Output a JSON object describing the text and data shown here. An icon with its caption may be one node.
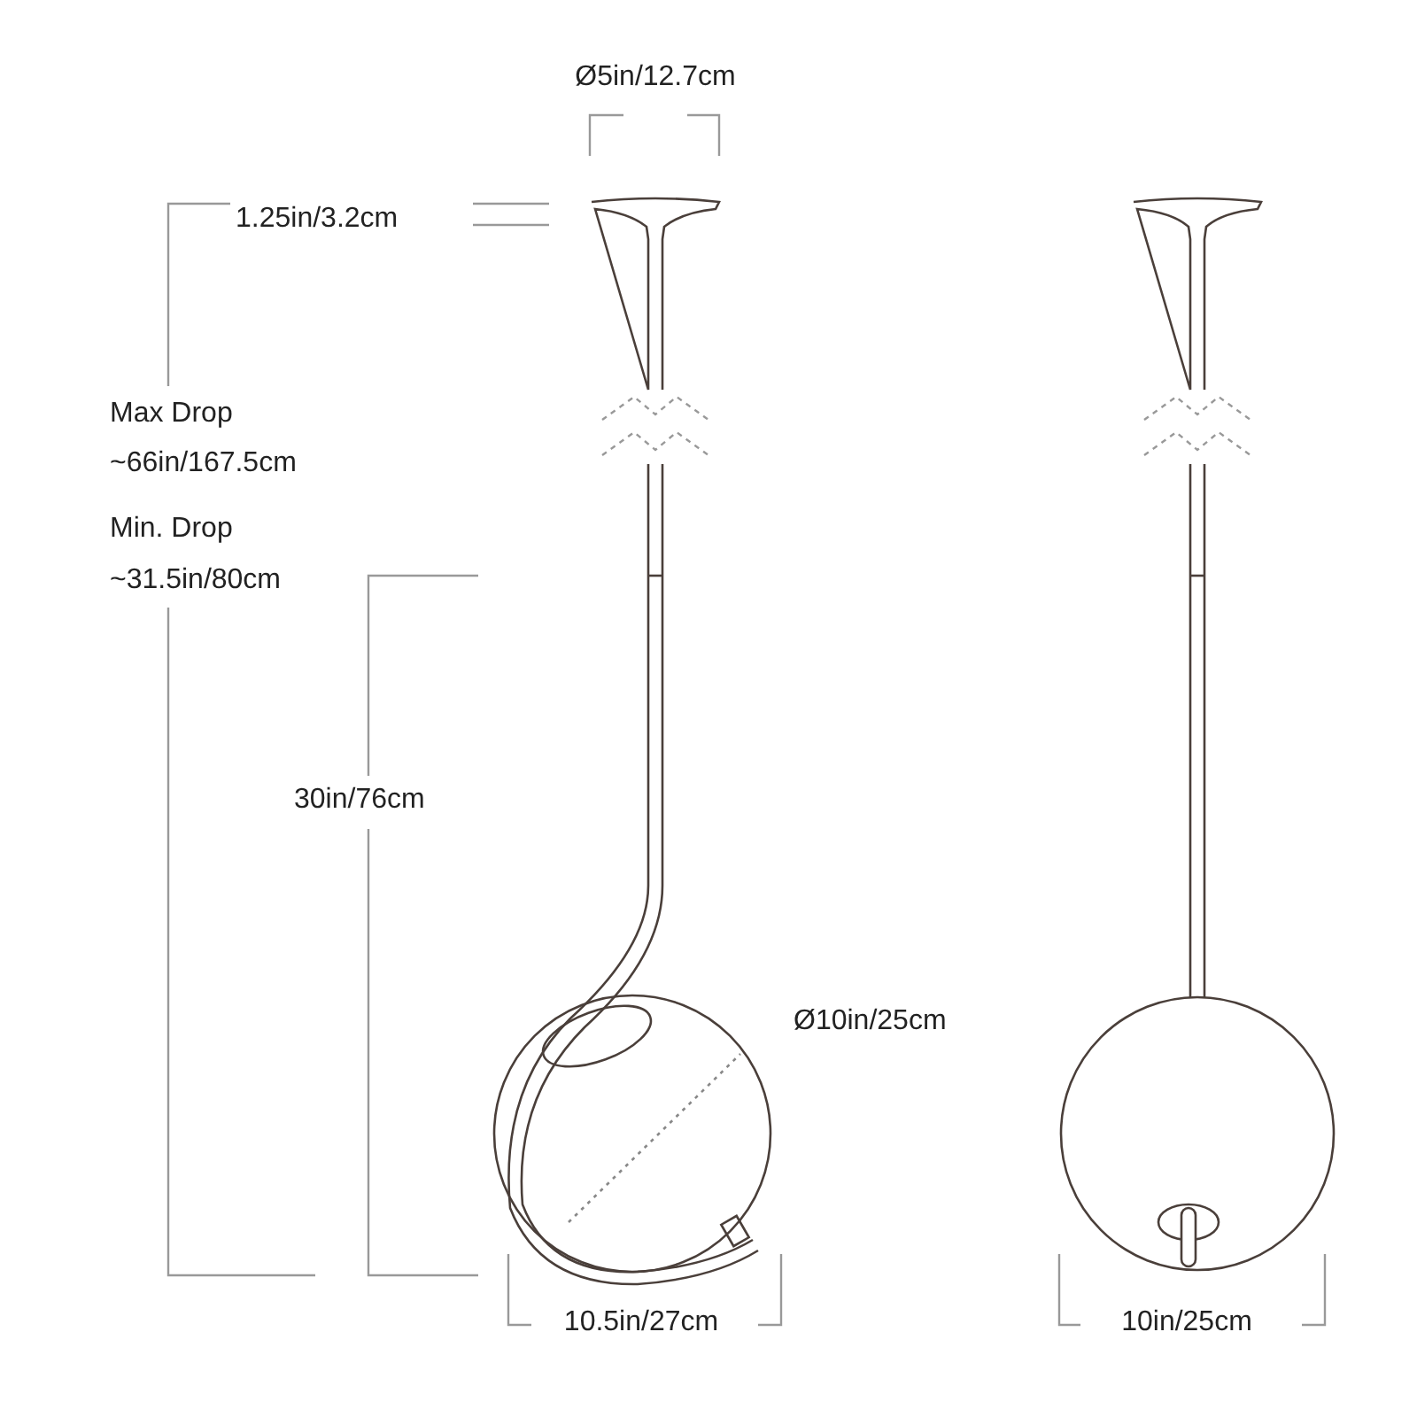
{
  "diagram": {
    "labels": [
      "Ø5in/12.7cm",
      "1.25in/3.2cm",
      "Max Drop",
      "~66in/167.5cm",
      "Min. Drop",
      "~31.5in/80cm",
      "30in/76cm",
      "Ø10in/25cm",
      "10.5in/27cm",
      "10in/25cm"
    ]
  }
}
